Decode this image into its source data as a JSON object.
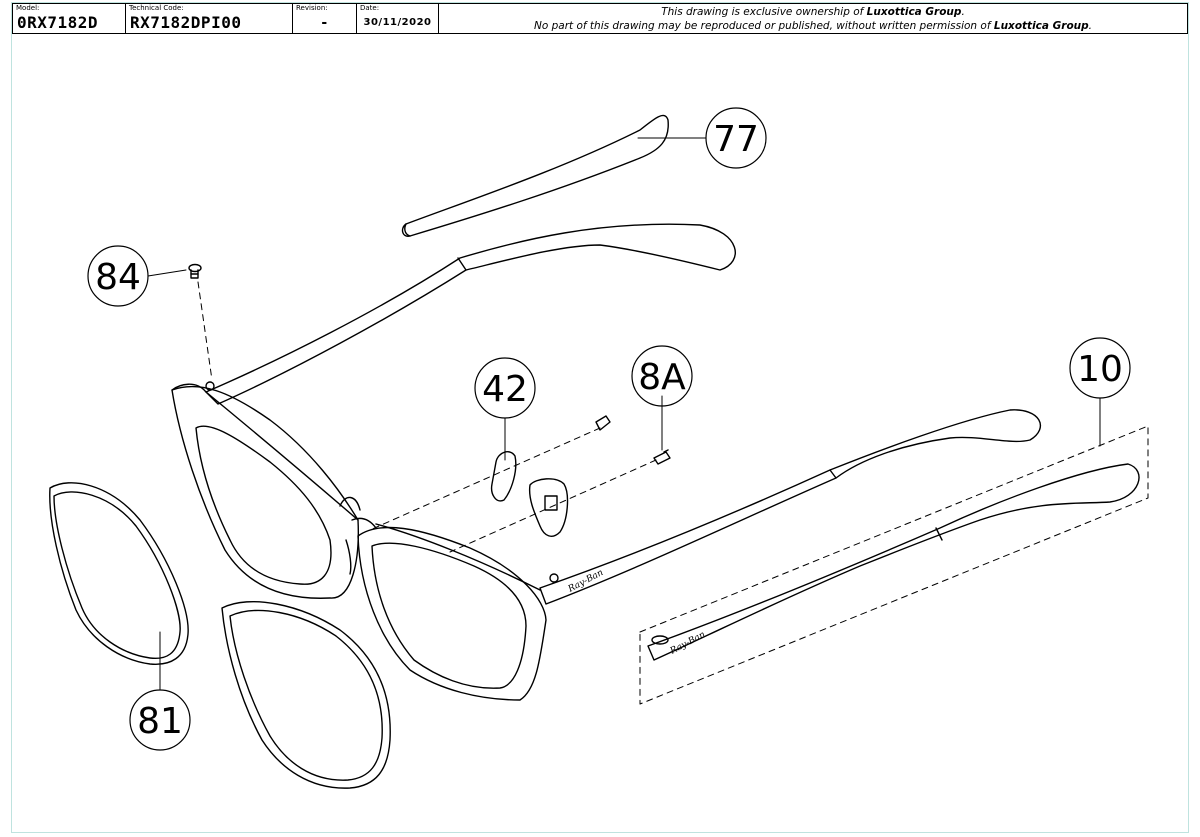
{
  "title_block": {
    "model_label": "Model:",
    "model_value": "0RX7182D",
    "technical_code_label": "Technical Code:",
    "technical_code_value": "RX7182DPI00",
    "revision_label": "Revision:",
    "revision_value": "-",
    "date_label": "Date:",
    "date_value": "30/11/2020",
    "ownership_prefix": "This drawing is exclusive ownership of",
    "ownership_company": "Luxottica Group",
    "ownership_suffix": ".",
    "reproduction_prefix": "No part of this drawing may be reproduced or published, without written permission of",
    "reproduction_company": "Luxottica Group",
    "reproduction_suffix": "."
  },
  "callouts": {
    "temple_tip": "77",
    "hinge_screw": "84",
    "nose_pad": "42",
    "pad_screw": "8A",
    "temple": "10",
    "lens": "81"
  },
  "brand_marks": {
    "front_temple_logo": "Ray-Ban",
    "spare_temple_logo": "Ray-Ban"
  }
}
